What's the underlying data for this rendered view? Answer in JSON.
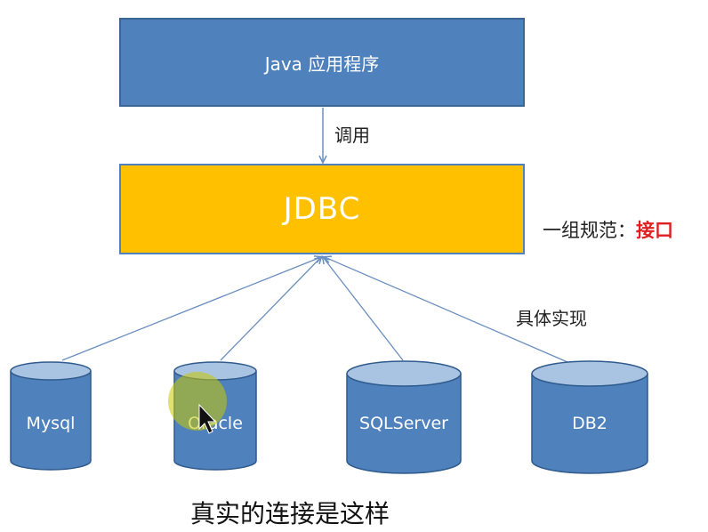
{
  "java_box": {
    "label": "Java 应用程序"
  },
  "jdbc_box": {
    "label": "JDBC"
  },
  "call_label": "调用",
  "spec_label": {
    "prefix": "一组规范：",
    "accent": "接口"
  },
  "impl_label": "具体实现",
  "databases": [
    {
      "id": "mysql",
      "label": "Mysql"
    },
    {
      "id": "oracle",
      "label": "Oracle"
    },
    {
      "id": "sqlserver",
      "label": "SQLServer"
    },
    {
      "id": "db2",
      "label": "DB2"
    }
  ],
  "caption": "真实的连接是这样",
  "colors": {
    "java_fill": "#4f81bd",
    "jdbc_fill": "#ffc000",
    "db_fill": "#4f81bd",
    "db_top": "#a9c3e3",
    "db_stroke": "#2f5a8c",
    "connector": "#6a8fc0",
    "accent": "#e02020",
    "highlight": "#c8c800"
  },
  "cursor": {
    "icon": "mouse-pointer-icon",
    "highlight": "cursor-highlight"
  }
}
